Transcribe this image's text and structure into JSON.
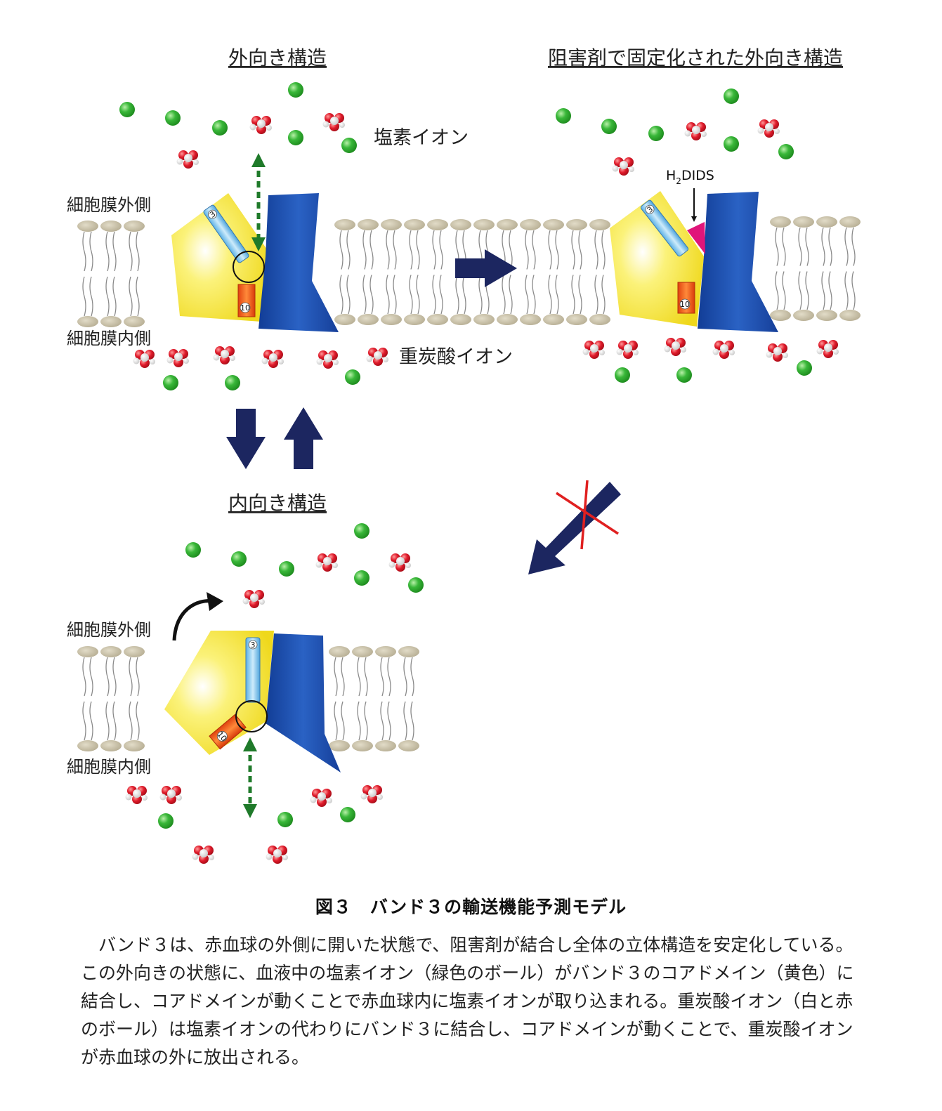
{
  "panels": {
    "outward": {
      "title": "外向き構造"
    },
    "inhibited": {
      "title": "阻害剤で固定化された外向き構造"
    },
    "inward": {
      "title": "内向き構造"
    }
  },
  "labels": {
    "membrane_outer": "細胞膜外側",
    "membrane_inner": "細胞膜内側",
    "chloride_ion": "塩素イオン",
    "bicarbonate_ion": "重炭酸イオン",
    "inhibitor_main": "H",
    "inhibitor_sub": "2",
    "inhibitor_rest": "DIDS",
    "helix_3": "3",
    "helix_10": "10"
  },
  "colors": {
    "core_domain": "#f5e62a",
    "gate_domain": "#1f50b0",
    "chloride": "#2fae2f",
    "bicarbonate": "#d61a2a",
    "arrow": "#1c2660",
    "inhibitor": "#e0157a",
    "lipid_head": "#c8bfa6",
    "blocked_mark": "#e02020"
  },
  "icons": [
    "chloride-ion-icon",
    "bicarbonate-ion-icon",
    "lipid-bilayer",
    "transition-arrow-icon",
    "blocked-cross-icon",
    "rotation-arrow-icon"
  ],
  "caption": {
    "title": "図３　バンド３の輸送機能予測モデル",
    "body": "バンド３は、赤血球の外側に開いた状態で、阻害剤が結合し全体の立体構造を安定化している。この外向きの状態に、血液中の塩素イオン（緑色のボール）がバンド３のコアドメイン（黄色）に結合し、コアドメインが動くことで赤血球内に塩素イオンが取り込まれる。重炭酸イオン（白と赤のボール）は塩素イオンの代わりにバンド３に結合し、コアドメインが動くことで、重炭酸イオンが赤血球の外に放出される。"
  }
}
